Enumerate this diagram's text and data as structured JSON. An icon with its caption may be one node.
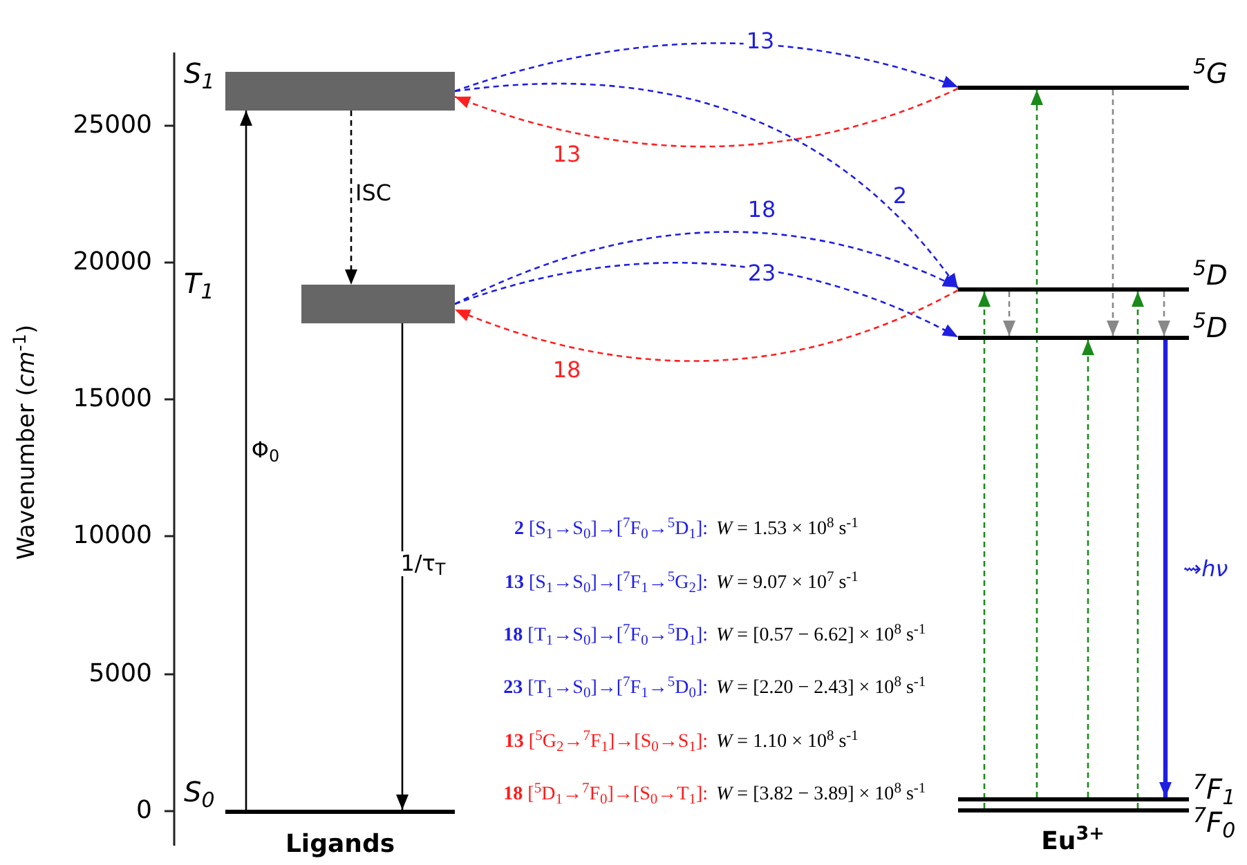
{
  "diagram": {
    "nodes": [
      {
        "text": [
          "S$_{1}$"
        ]
      },
      {
        "text": [
          "T$_{1}$"
        ]
      },
      {
        "text": [
          "S$_{0}$"
        ]
      },
      {
        "text": [
          "$^{5}$G"
        ]
      },
      {
        "text": [
          "$^{5}$D"
        ]
      },
      {
        "text": [
          "$^{5}$D"
        ]
      },
      {
        "text": [
          "$^{7}$F$_{1}$"
        ]
      },
      {
        "text": [
          "$^{7}$F$_{0}$"
        ]
      }
    ],
    "edges": [
      {
        "from": 2,
        "to": 0,
        "arrow": "to",
        "label": "Φ$_{0}$",
        "color": "#000000"
      },
      {
        "from": 0,
        "to": 1,
        "arrow": "to",
        "label": "ISC",
        "style": "dashed",
        "color": "#000000"
      },
      {
        "from": 1,
        "to": 2,
        "arrow": "to",
        "label": "1/τ$_{T}$",
        "color": "#000000"
      },
      {
        "from": 0,
        "to": 3,
        "arrow": "to",
        "label": "13",
        "style": "dashed"
      },
      {
        "from": 3,
        "to": 0,
        "arrow": "to",
        "label": "13",
        "style": "dashed",
        "color": "#ff2020"
      },
      {
        "from": 0,
        "to": 4,
        "arrow": "to",
        "label": "2",
        "style": "dashed"
      },
      {
        "from": 1,
        "to": 4,
        "arrow": "to",
        "label": "18",
        "style": "dashed"
      },
      {
        "from": 1,
        "to": 5,
        "arrow": "to",
        "label": "23",
        "style": "dashed"
      },
      {
        "from": 4,
        "to": 1,
        "arrow": "to",
        "label": "18",
        "style": "dashed",
        "color": "#ff2020"
      },
      {
        "from": 7,
        "to": 4,
        "arrow": "to",
        "style": "dashed",
        "color": "#1a8a1a"
      },
      {
        "from": 6,
        "to": 3,
        "arrow": "to",
        "style": "dashed",
        "color": "#1a8a1a"
      },
      {
        "from": 6,
        "to": 5,
        "arrow": "to",
        "style": "dashed",
        "color": "#1a8a1a"
      },
      {
        "from": 7,
        "to": 4,
        "arrow": "to",
        "style": "dashed",
        "color": "#1a8a1a"
      },
      {
        "from": 4,
        "to": 5,
        "arrow": "to",
        "style": "dashed",
        "color": "#888888"
      },
      {
        "from": 3,
        "to": 5,
        "arrow": "to",
        "style": "dashed",
        "color": "#888888"
      },
      {
        "from": 4,
        "to": 5,
        "arrow": "to",
        "style": "dashed",
        "color": "#888888"
      },
      {
        "from": 5,
        "to": 6,
        "arrow": "to",
        "label": "⇝*hν*",
        "style": "thick"
      }
    ],
    "labels": [
      "Wavenumber (*cm*$^{-1}$)",
      "25000",
      "20000",
      "15000",
      "10000",
      "5000",
      "0",
      "**2** [S$_{1}$→S$_{0}$]→[$^{7}$F$_{0}$→$^{5}$D$_{1}$]:",
      "*W* = 1.53 × 10$^{8}$ s$^{-1}$",
      "**13** [S$_{1}$→S$_{0}$]→[$^{7}$F$_{1}$→$^{5}$G$_{2}$]:",
      "*W* = 9.07 × 10$^{7}$ s$^{-1}$",
      "**18** [T$_{1}$→S$_{0}$]→[$^{7}$F$_{0}$→$^{5}$D$_{1}$]:",
      "*W* = [0.57 − 6.62] × 10$^{8}$ s$^{-1}$",
      "**23** [T$_{1}$→S$_{0}$]→[$^{7}$F$_{1}$→$^{5}$D$_{0}$]:",
      "*W* = [2.20 − 2.43] × 10$^{8}$ s$^{-1}$",
      "**13** [$^{5}$G$_{2}$→$^{7}$F$_{1}$]→[S$_{0}$→S$_{1}$]:",
      "*W* = 1.10 × 10$^{8}$ s$^{-1}$",
      "**18** [$^{5}$D$_{1}$→$^{7}$F$_{0}$]→[S$_{0}$→T$_{1}$]:",
      "*W* = [3.82 − 3.89] × 10$^{8}$ s$^{-1}$",
      "Ligands",
      "Eu$^{3+}$"
    ]
  }
}
